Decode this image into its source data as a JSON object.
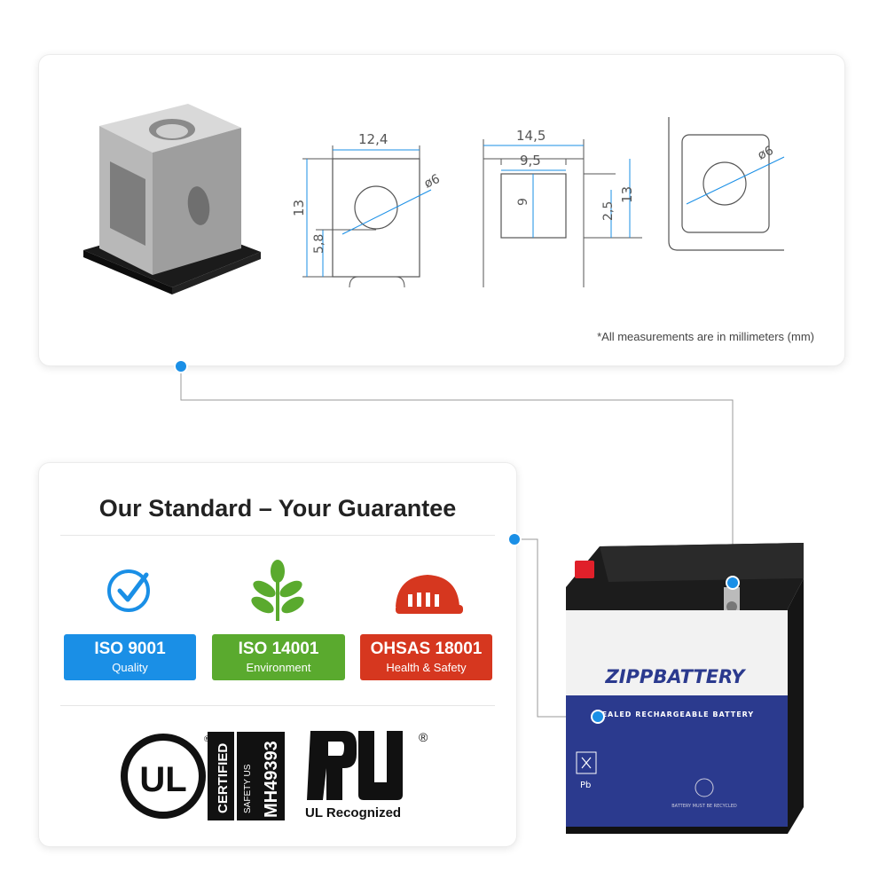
{
  "measurements": {
    "dims_front": [
      "12,4",
      "13",
      "5,8",
      "ø6"
    ],
    "dims_side": [
      "14,5",
      "9,5",
      "9",
      "2,5",
      "13"
    ],
    "dims_top": [
      "ø6"
    ],
    "note": "*All measurements are in millimeters (mm)"
  },
  "guarantee": {
    "heading": "Our Standard – Your Guarantee",
    "badges": [
      {
        "title": "ISO 9001",
        "subtitle": "Quality",
        "color": "#1a8fe6",
        "icon": "check-circle-icon"
      },
      {
        "title": "ISO 14001",
        "subtitle": "Environment",
        "color": "#5aaa2e",
        "icon": "leaf-icon"
      },
      {
        "title": "OHSAS 18001",
        "subtitle": "Health & Safety",
        "color": "#d6371f",
        "icon": "hard-hat-icon"
      }
    ],
    "ul_certified": {
      "letters": "UL",
      "certified": "CERTIFIED",
      "safety": "SAFETY US",
      "code": "MH49393"
    },
    "ul_recognized": {
      "label": "UL Recognized"
    }
  },
  "battery": {
    "brand": "ZIPPBATTERY",
    "label": "SEALED RECHARGEABLE BATTERY",
    "pb": "Pb",
    "recycle_note": "BATTERY MUST BE RECYCLED"
  },
  "colors": {
    "accent": "#1a8fe6",
    "battery_blue": "#2b3a8e",
    "terminal_red": "#e0202a"
  }
}
